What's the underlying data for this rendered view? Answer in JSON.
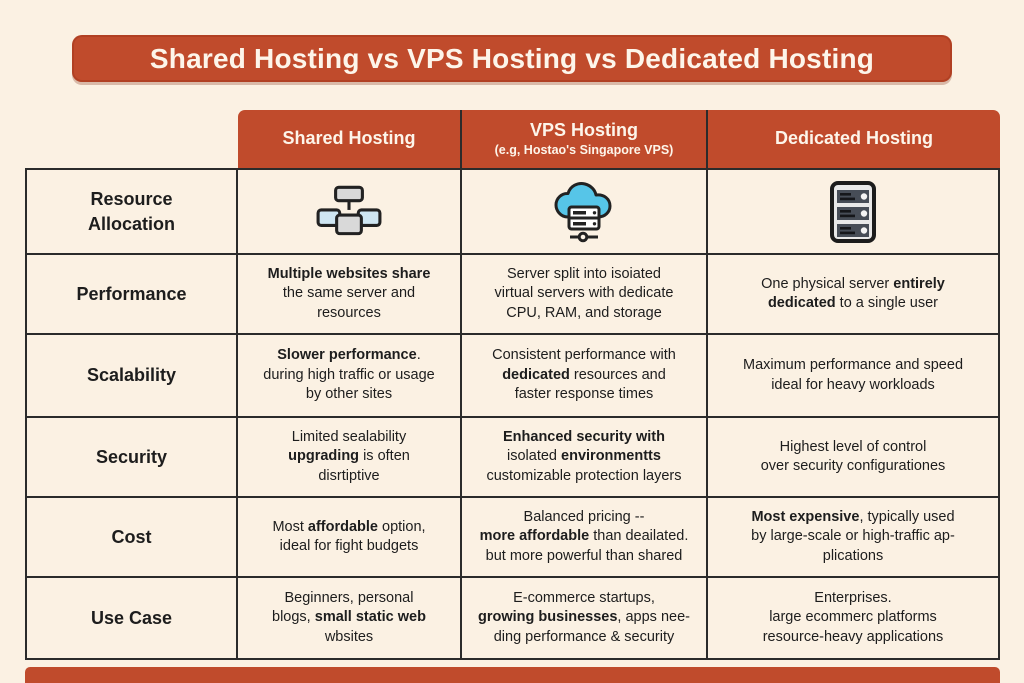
{
  "title": "Shared Hosting vs VPS Hosting vs Dedicated Hosting",
  "colors": {
    "accent_red": "#c04b2c",
    "background": "#fbf1e3",
    "border": "#2b2b2b",
    "text": "#1d1d1d",
    "cloud_blue": "#56c5e8",
    "node_blue": "#cfe6f2",
    "node_gray": "#d9d9d9",
    "rack_gray": "#474d57"
  },
  "columns": [
    {
      "label": "Shared Hosting",
      "sublabel": ""
    },
    {
      "label": "VPS Hosting",
      "sublabel": "(e.g, Hostao's Singapore VPS)"
    },
    {
      "label": "Dedicated Hosting",
      "sublabel": ""
    }
  ],
  "icons": [
    "network-nodes-icon",
    "cloud-server-icon",
    "server-rack-icon"
  ],
  "rows": [
    {
      "header": "Resource\nAllocation"
    },
    {
      "header": "Performance",
      "cells": [
        [
          {
            "t": "Multiple websites share",
            "b": true
          },
          {
            "t": "\nthe same server and\nresources",
            "b": false
          }
        ],
        [
          {
            "t": "Server split into isoiated\nvirtual servers with dedicate\nCPU, RAM, and storage",
            "b": false
          }
        ],
        [
          {
            "t": "One physical server ",
            "b": false
          },
          {
            "t": "entirely\ndedicated",
            "b": true
          },
          {
            "t": " to a single user",
            "b": false
          }
        ]
      ]
    },
    {
      "header": "Scalability",
      "cells": [
        [
          {
            "t": "Slower performance",
            "b": true
          },
          {
            "t": ".\nduring high traffic or usage\nby other sites",
            "b": false
          }
        ],
        [
          {
            "t": "Consistent performance with\n",
            "b": false
          },
          {
            "t": "dedicated",
            "b": true
          },
          {
            "t": " resources and\nfaster response times",
            "b": false
          }
        ],
        [
          {
            "t": "Maximum performance and speed\nideal for heavy workloads",
            "b": false
          }
        ]
      ]
    },
    {
      "header": "Security",
      "cells": [
        [
          {
            "t": "Limited sealability\n",
            "b": false
          },
          {
            "t": "upgrading",
            "b": true
          },
          {
            "t": " is often\ndisrtiptive",
            "b": false
          }
        ],
        [
          {
            "t": "Enhanced security with",
            "b": true
          },
          {
            "t": "\nisolated ",
            "b": false
          },
          {
            "t": "environmentts",
            "b": true
          },
          {
            "t": "\ncustomizable protection layers",
            "b": false
          }
        ],
        [
          {
            "t": "Highest level of control\nover security configurationes",
            "b": false
          }
        ]
      ]
    },
    {
      "header": "Cost",
      "cells": [
        [
          {
            "t": "Most ",
            "b": false
          },
          {
            "t": "affordable",
            "b": true
          },
          {
            "t": " option,\nideal for fight budgets",
            "b": false
          }
        ],
        [
          {
            "t": "Balanced pricing --\n",
            "b": false
          },
          {
            "t": "more affordable",
            "b": true
          },
          {
            "t": " than deailated.\nbut more powerful than shared",
            "b": false
          }
        ],
        [
          {
            "t": "Most expensive",
            "b": true
          },
          {
            "t": ", typically used\nby large-scale or high-traffic ap-\nplications",
            "b": false
          }
        ]
      ]
    },
    {
      "header": "Use Case",
      "cells": [
        [
          {
            "t": "Beginners, personal\nblogs, ",
            "b": false
          },
          {
            "t": "small static web",
            "b": true
          },
          {
            "t": "\nwbsites",
            "b": false
          }
        ],
        [
          {
            "t": "E-commerce startups,\n",
            "b": false
          },
          {
            "t": "growing businesses",
            "b": true
          },
          {
            "t": ", apps nee-\nding performance & security",
            "b": false
          }
        ],
        [
          {
            "t": "Enterprises.\nlarge ecommerc platforms\nresource-heavy applications",
            "b": false
          }
        ]
      ]
    }
  ]
}
